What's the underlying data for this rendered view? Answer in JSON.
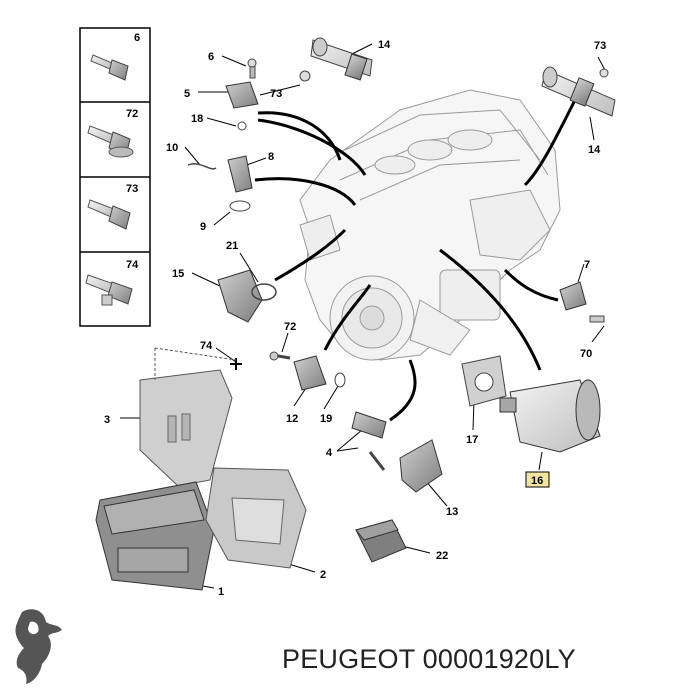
{
  "legend_boxes": [
    {
      "label": "6"
    },
    {
      "label": "72"
    },
    {
      "label": "73"
    },
    {
      "label": "74"
    }
  ],
  "callouts": {
    "c6": "6",
    "c5": "5",
    "c18": "18",
    "c10": "10",
    "c8": "8",
    "c9": "9",
    "c21": "21",
    "c15": "15",
    "c14a": "14",
    "c73a": "73",
    "c73b": "73",
    "c14b": "14",
    "c7": "7",
    "c70": "70",
    "c72": "72",
    "c74": "74",
    "c3": "3",
    "c12": "12",
    "c19": "19",
    "c4": "4",
    "c17": "17",
    "c16": "16",
    "c13": "13",
    "c22": "22",
    "c1": "1",
    "c2": "2"
  },
  "highlight_color": "#f3e4a0",
  "brand_text": "PEUGEOT 00001920LY",
  "logo_icon": "peugeot-lion-logo-icon"
}
